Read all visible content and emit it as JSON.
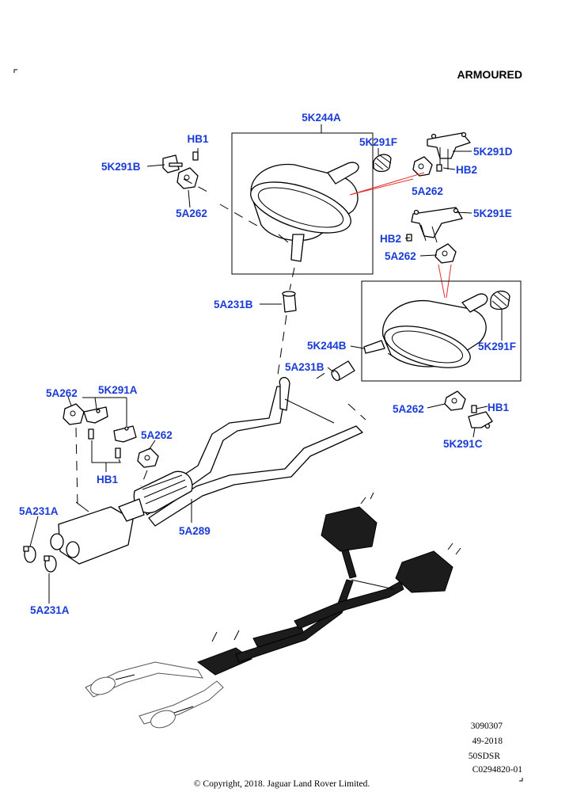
{
  "header": {
    "variant": "ARMOURED"
  },
  "labels": {
    "muffler_rh": "5K244A",
    "muffler_lh": "5K244B",
    "hanger_rubber_f": "5K291F",
    "hanger_bracket_d": "5K291D",
    "hanger_bracket_e": "5K291E",
    "hanger_bracket_b": "5K291B",
    "hanger_bracket_a": "5K291A",
    "hanger_bracket_c": "5K291C",
    "bolt": "HB1",
    "nut": "HB2",
    "insulator": "5A262",
    "clamp_b": "5A231B",
    "clamp_a": "5A231A",
    "front_pipe": "5A289"
  },
  "footer": {
    "code": "3090307",
    "date": "49-2018",
    "model": "50SDSR",
    "ref": "C0294820-01",
    "copyright": "© Copyright, 2018. Jaguar Land Rover Limited."
  },
  "colors": {
    "label": "#1a3bd6",
    "leader_red": "#e23030"
  }
}
